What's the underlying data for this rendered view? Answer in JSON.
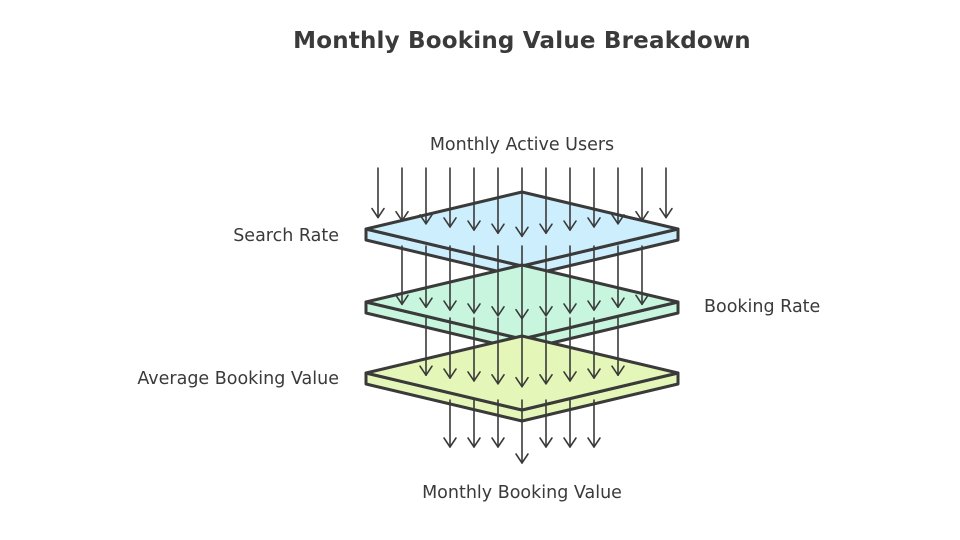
{
  "title": "Monthly Booking Value Breakdown",
  "labels": {
    "top": "Monthly Active Users",
    "layer1": "Search Rate",
    "layer2": "Booking Rate",
    "layer3": "Average Booking Value",
    "bottom": "Monthly Booking Value"
  },
  "colors": {
    "layer1_fill": "#cdeefd",
    "layer2_fill": "#c8f5de",
    "layer3_fill": "#e4f6b8",
    "stroke": "#3a3a3a"
  }
}
